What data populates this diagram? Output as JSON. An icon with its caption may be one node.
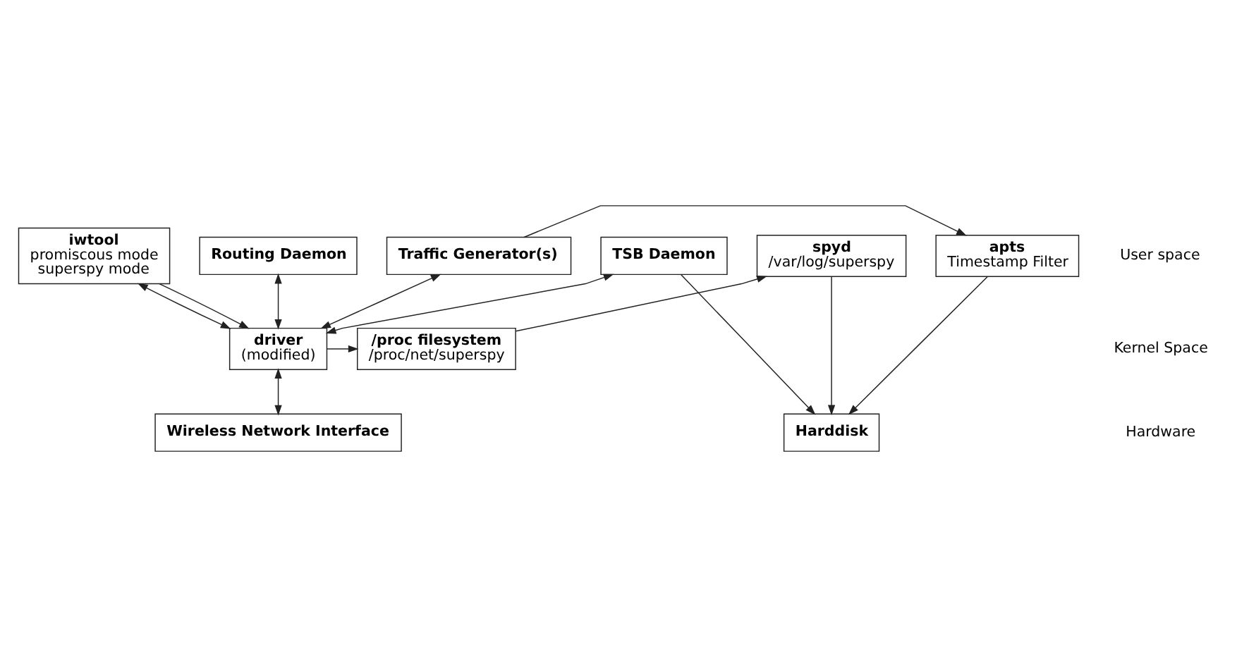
{
  "diagram": {
    "nodes": [
      {
        "text": [
          "Traffic Generator(s)"
        ]
      },
      {
        "text": [
          "TSB Daemon"
        ]
      },
      {
        "text": [
          "Routing Daemon"
        ]
      },
      {
        "text": [
          "iwtool",
          "promiscous mode",
          "superspy mode"
        ]
      },
      {
        "text": [
          "apts",
          "Timestamp Filter"
        ]
      },
      {
        "text": [
          "spyd",
          "/var/log/superspy"
        ]
      },
      {
        "text": [
          "driver",
          "(modified)"
        ]
      },
      {
        "text": [
          "/proc filesystem",
          "/proc/net/superspy"
        ]
      },
      {
        "text": [
          "Wireless Network Interface"
        ]
      },
      {
        "text": [
          "Harddisk"
        ]
      }
    ],
    "edges": [
      {
        "from": 0,
        "to": 4,
        "arrow": "to"
      },
      {
        "from": 3,
        "to": 6,
        "arrow": "both"
      },
      {
        "from": 2,
        "to": 6,
        "arrow": "both"
      },
      {
        "from": 1,
        "to": 6,
        "arrow": "both"
      },
      {
        "from": 0,
        "to": 6,
        "arrow": "both"
      },
      {
        "from": 3,
        "to": 6,
        "arrow": "to"
      },
      {
        "from": 6,
        "to": 7,
        "arrow": "to"
      },
      {
        "from": 7,
        "to": 5,
        "arrow": "to"
      },
      {
        "from": 6,
        "to": 8,
        "arrow": "both"
      },
      {
        "from": 5,
        "to": 9,
        "arrow": "to"
      },
      {
        "from": 1,
        "to": 9,
        "arrow": "to"
      },
      {
        "from": 4,
        "to": 9,
        "arrow": "to"
      }
    ],
    "labels": [
      "User space",
      "Kernel Space",
      "Hardware"
    ]
  }
}
